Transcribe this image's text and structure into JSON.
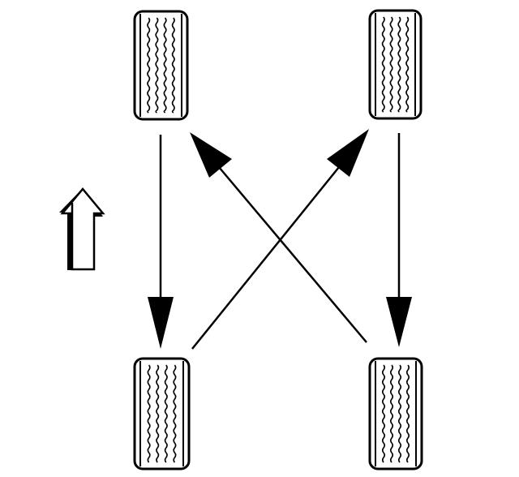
{
  "colors": {
    "ink": "#000000",
    "background": "#ffffff",
    "tire_fill": "#ffffff"
  },
  "tires": [
    {
      "id": "front-left",
      "label": ""
    },
    {
      "id": "front-right",
      "label": ""
    },
    {
      "id": "rear-left",
      "label": ""
    },
    {
      "id": "rear-right",
      "label": ""
    }
  ],
  "rotation": [
    {
      "from": "front-left",
      "to": "rear-left"
    },
    {
      "from": "front-right",
      "to": "rear-right"
    },
    {
      "from": "rear-left",
      "to": "front-right"
    },
    {
      "from": "rear-right",
      "to": "front-left"
    }
  ],
  "icons": {
    "direction": "forward-arrow-icon"
  }
}
